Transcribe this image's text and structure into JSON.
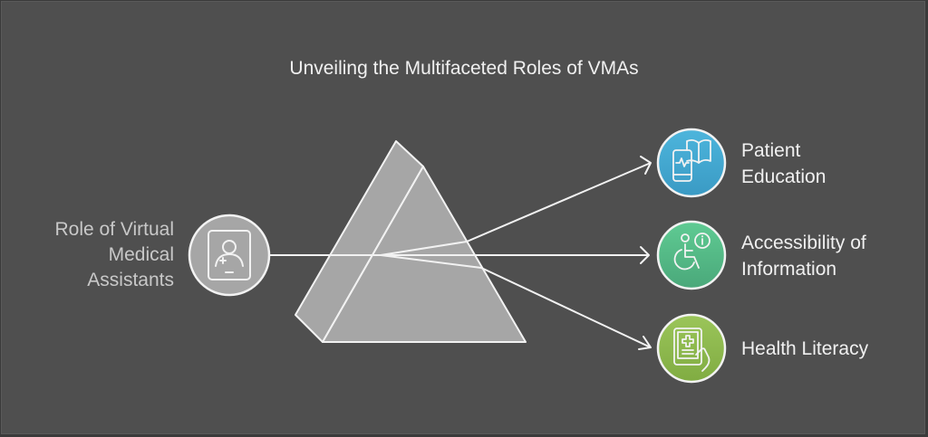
{
  "title": "Unveiling the Multifaceted Roles of VMAs",
  "source": {
    "label_lines": [
      "Role of Virtual",
      "Medical",
      "Assistants"
    ],
    "icon": "medical-tablet-person-icon",
    "color": "#a6a6a6"
  },
  "outputs": [
    {
      "label_lines": [
        "Patient",
        "Education"
      ],
      "icon": "phone-book-icon",
      "color_top": "#4db5dc",
      "color_bottom": "#3a9ac4"
    },
    {
      "label_lines": [
        "Accessibility of",
        "Information"
      ],
      "icon": "wheelchair-info-icon",
      "color_top": "#5fcb93",
      "color_bottom": "#4aa87a"
    },
    {
      "label_lines": [
        "Health Literacy"
      ],
      "icon": "tablet-hand-medical-icon",
      "color_top": "#9bc55a",
      "color_bottom": "#80ac42"
    }
  ],
  "colors": {
    "background": "#4f4f4f",
    "prism": "#a6a6a6",
    "line": "#f2f2f2"
  }
}
